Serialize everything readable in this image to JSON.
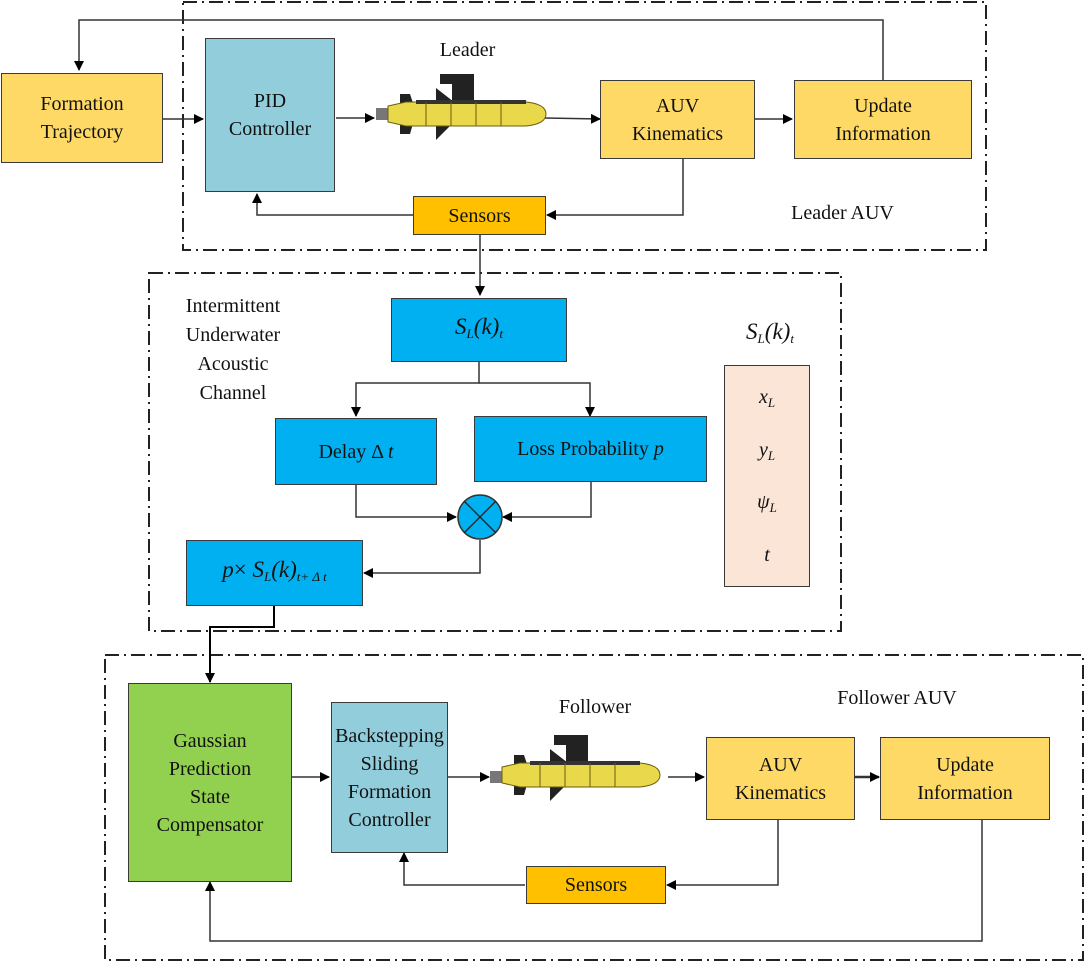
{
  "leader_region": {
    "label": "Leader AUV",
    "formation_trajectory": [
      "Formation",
      "Trajectory"
    ],
    "controller": [
      "PID",
      "Controller"
    ],
    "vehicle_label": "Leader",
    "kinematics": [
      "AUV",
      "Kinematics"
    ],
    "update": [
      "Update",
      "Information"
    ],
    "sensors": "Sensors"
  },
  "channel_region": {
    "label": [
      "Intermittent",
      "Underwater",
      "Acoustic",
      "Channel"
    ],
    "state_box": {
      "main": "S",
      "sub1": "L",
      "paren": "(k)",
      "sub2": "t"
    },
    "delay": {
      "text": "Delay Δ",
      "var": "t"
    },
    "loss": {
      "text": "Loss Probability ",
      "var": "p"
    },
    "output": {
      "prefix": "p",
      "times": "×",
      "main": "S",
      "sub1": "L",
      "paren": "(k)",
      "sub2": "t+ Δ t"
    },
    "state_vector_title": {
      "main": "S",
      "sub1": "L",
      "paren": "(k)",
      "sub2": "t"
    },
    "state_vector": [
      {
        "var": "x",
        "sub": "L"
      },
      {
        "var": "y",
        "sub": "L"
      },
      {
        "var": "ψ",
        "sub": "L"
      },
      {
        "var": "t",
        "sub": ""
      }
    ]
  },
  "follower_region": {
    "label": "Follower AUV",
    "compensator": [
      "Gaussian",
      "Prediction",
      "State",
      "Compensator"
    ],
    "controller": [
      "Backstepping",
      "Sliding",
      "Formation",
      "Controller"
    ],
    "vehicle_label": "Follower",
    "kinematics": [
      "AUV",
      "Kinematics"
    ],
    "update": [
      "Update",
      "Information"
    ],
    "sensors": "Sensors"
  },
  "colors": {
    "yellow_block": "#ffd966",
    "sensor_block": "#ffc000",
    "controller_block": "#92cddc",
    "channel_block": "#00b0f0",
    "compensator_block": "#92d050",
    "state_vector_block": "#fbe5d6"
  }
}
